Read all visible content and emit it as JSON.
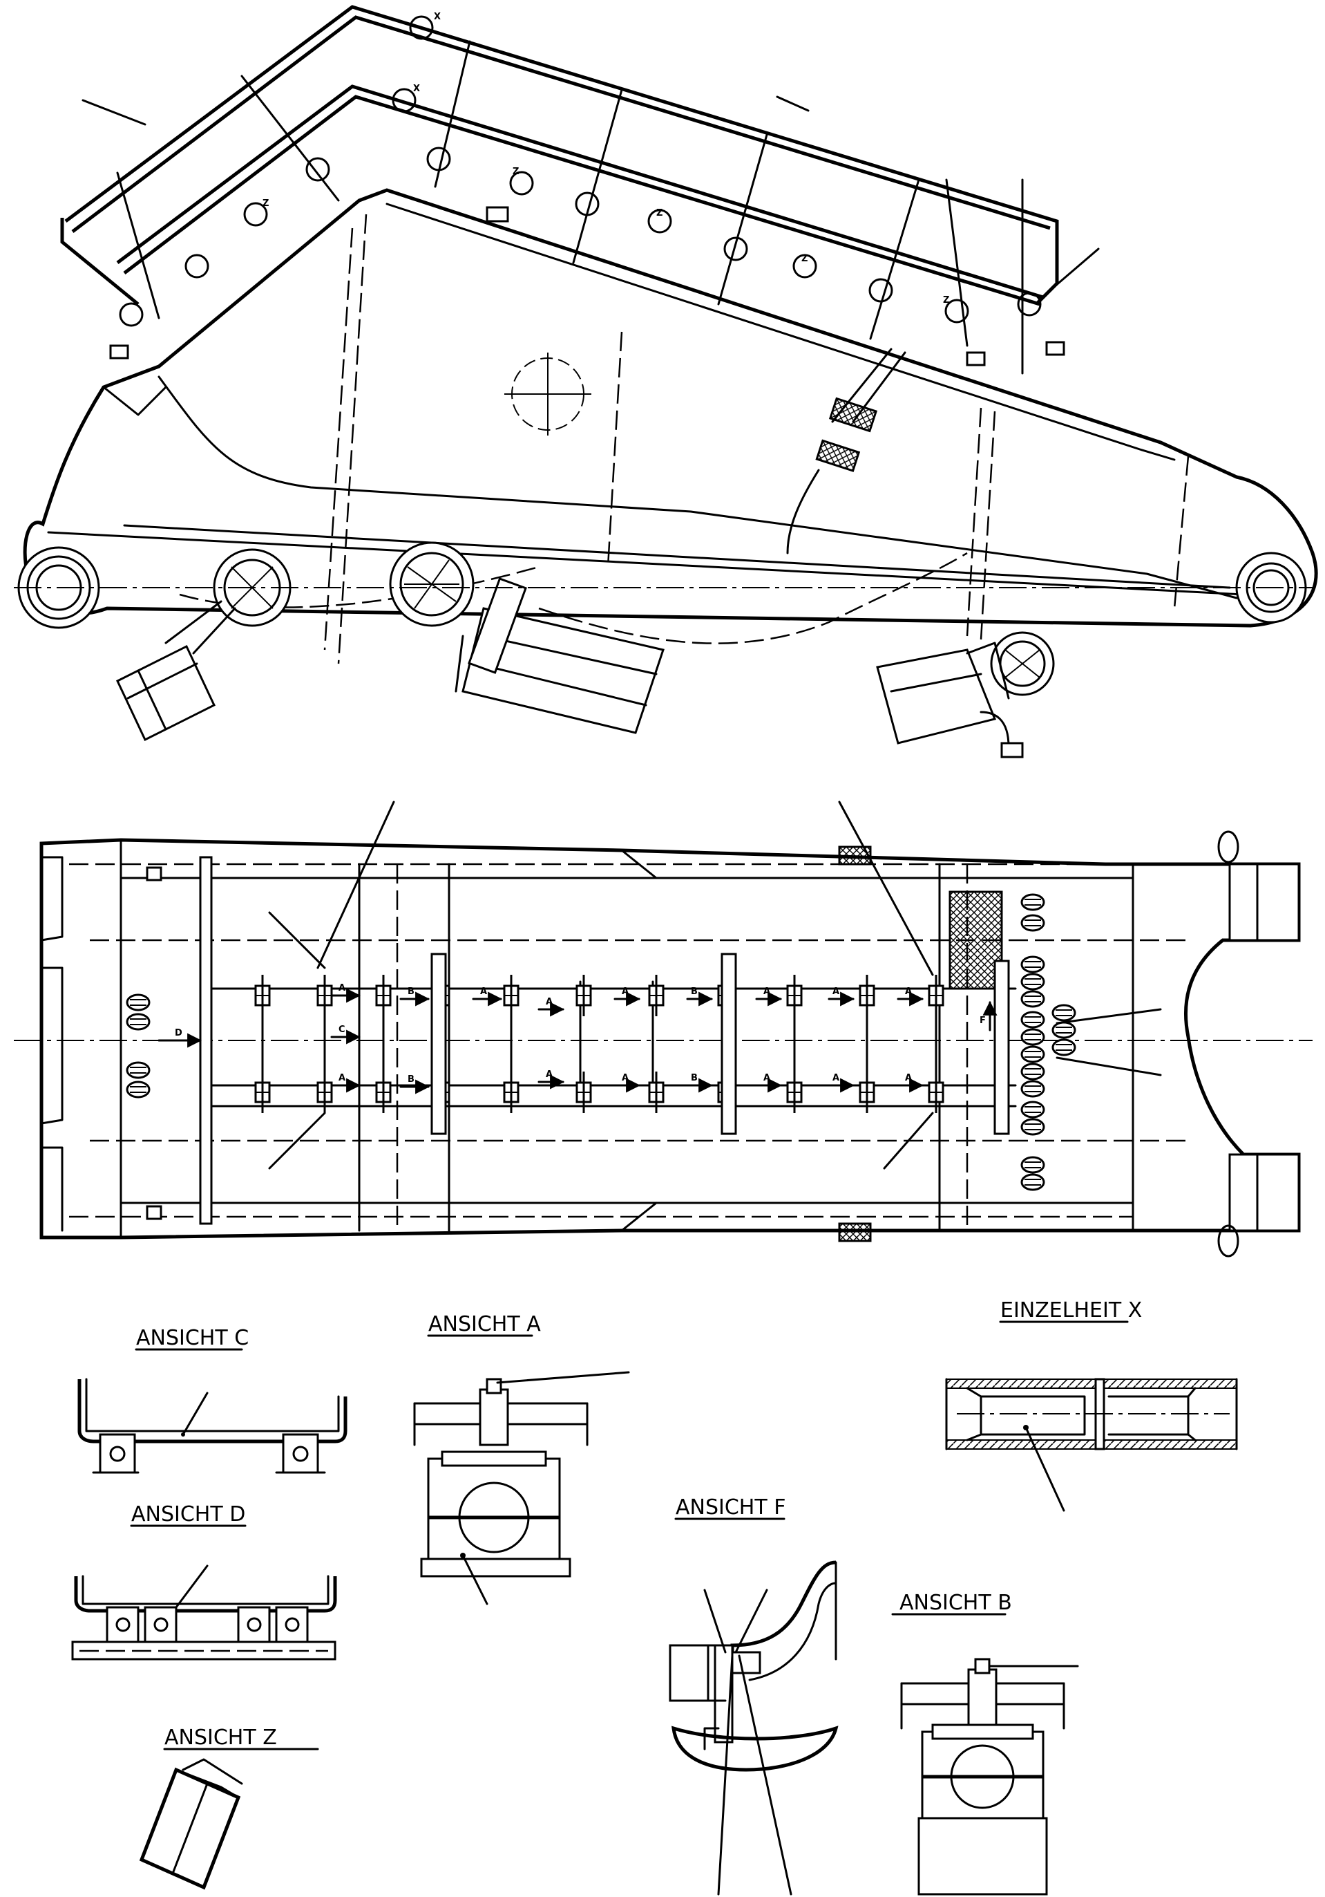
{
  "views": {
    "ansicht_c": "ANSICHT C",
    "ansicht_a": "ANSICHT A",
    "einzelheit_x": "EINZELHEIT X",
    "ansicht_d": "ANSICHT D",
    "ansicht_f": "ANSICHT F",
    "ansicht_b": "ANSICHT B",
    "ansicht_z": "ANSICHT Z"
  },
  "markers": {
    "x": "X",
    "z": "Z",
    "a": "A",
    "b": "B",
    "c": "C",
    "d": "D",
    "f": "F"
  }
}
